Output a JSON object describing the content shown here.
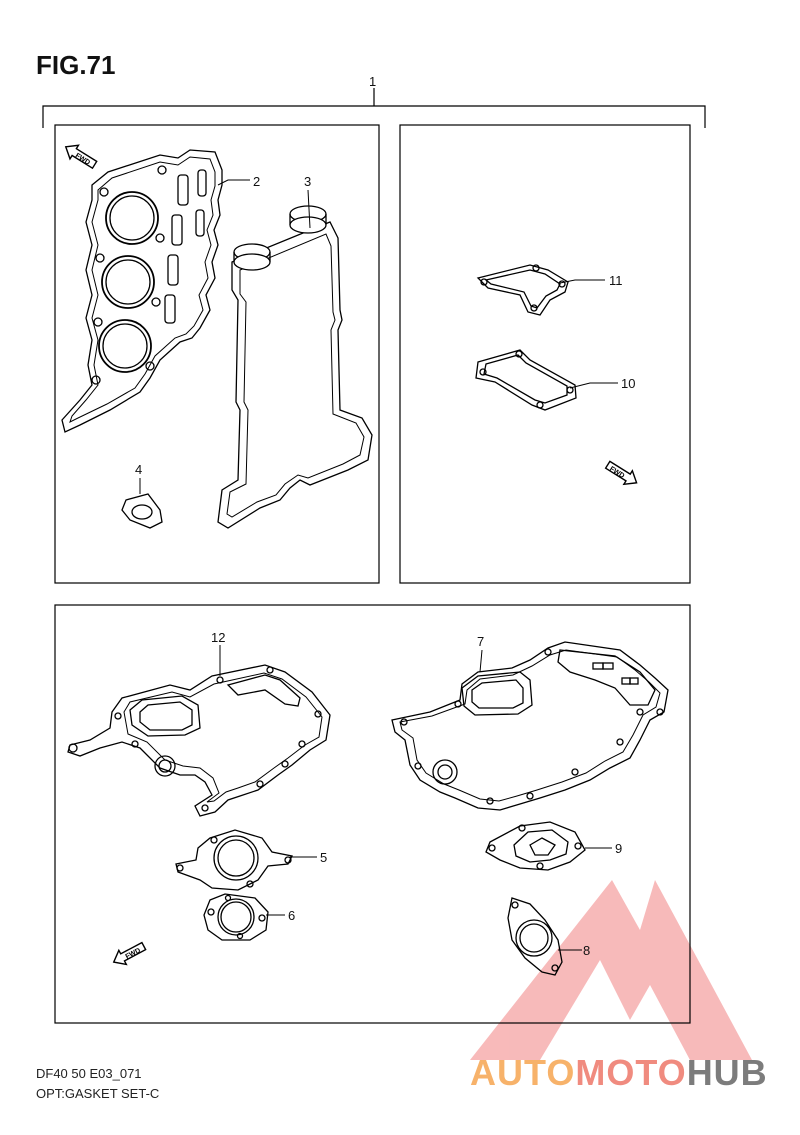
{
  "figure": {
    "title": "FIG.71",
    "footer_code": "DF40 50 E03_071",
    "footer_desc": "OPT:GASKET SET-C"
  },
  "fwd_label": "FWD",
  "callouts": [
    {
      "id": "c1",
      "label": "1"
    },
    {
      "id": "c2",
      "label": "2"
    },
    {
      "id": "c3",
      "label": "3"
    },
    {
      "id": "c4",
      "label": "4"
    },
    {
      "id": "c5",
      "label": "5"
    },
    {
      "id": "c6",
      "label": "6"
    },
    {
      "id": "c7",
      "label": "7"
    },
    {
      "id": "c8",
      "label": "8"
    },
    {
      "id": "c9",
      "label": "9"
    },
    {
      "id": "c10",
      "label": "10"
    },
    {
      "id": "c11",
      "label": "11"
    },
    {
      "id": "c12",
      "label": "12"
    }
  ],
  "watermark": {
    "part1": "AUTO",
    "part2": "MOTO",
    "part3": "HUB",
    "colors": {
      "orange": "#f7b26a",
      "red": "#f08b7f",
      "gray": "#7c7c7c"
    }
  }
}
